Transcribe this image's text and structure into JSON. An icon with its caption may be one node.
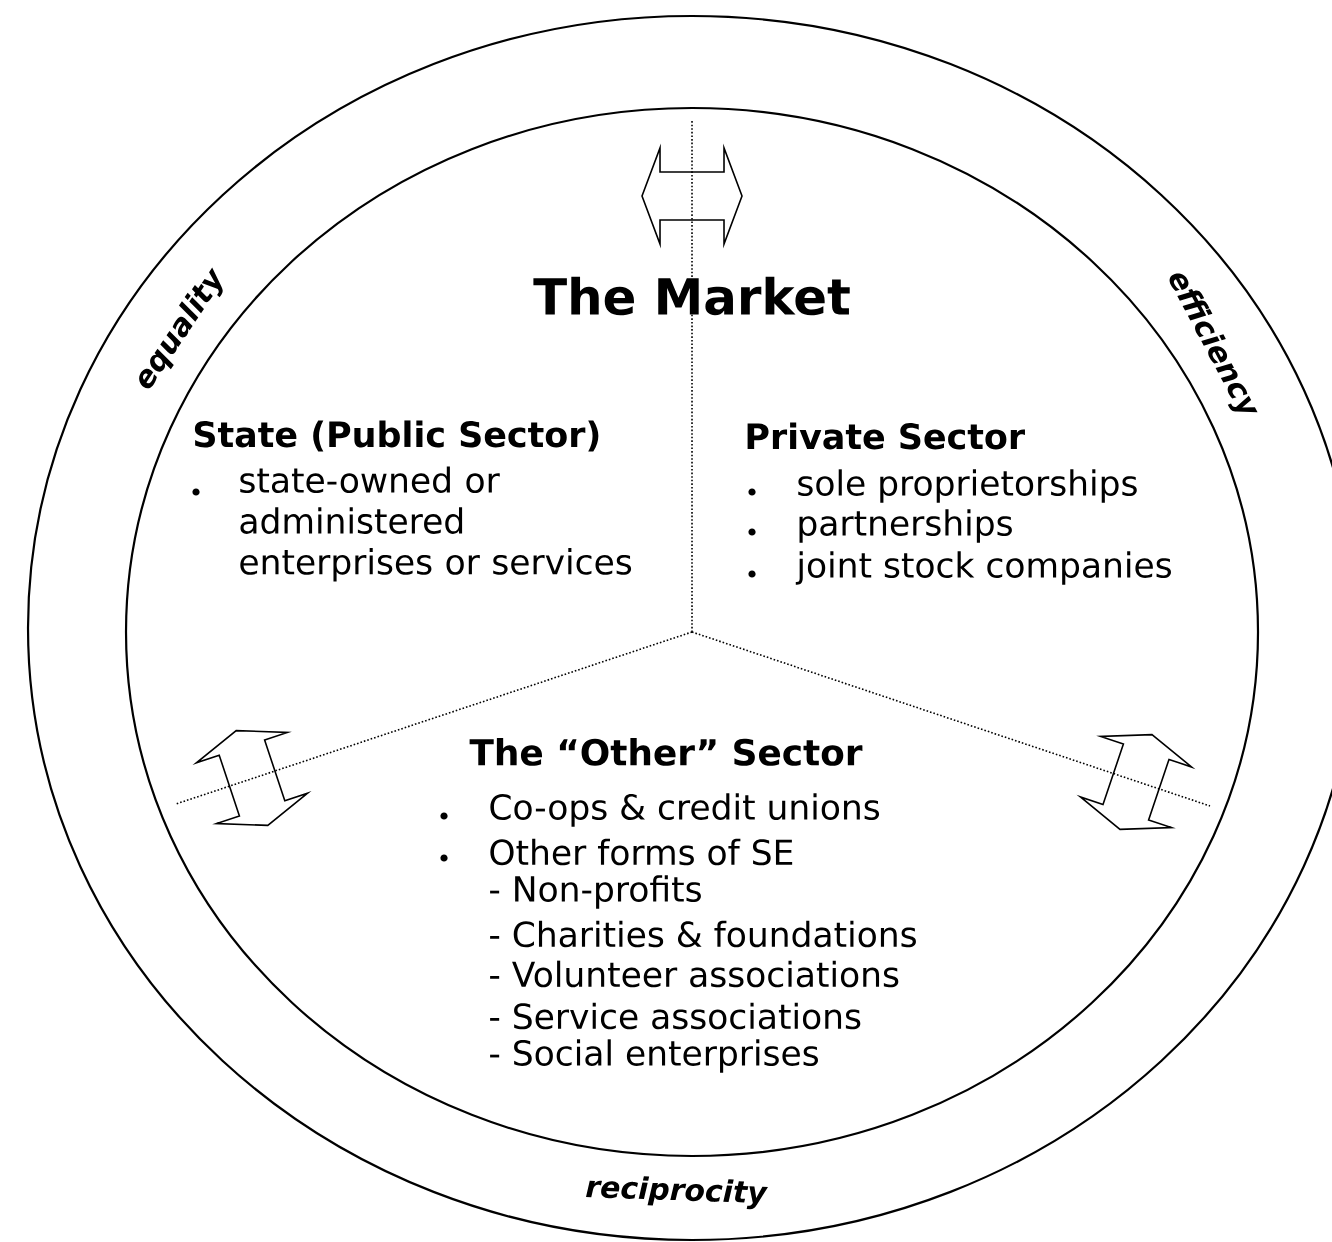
{
  "diagram": {
    "title": "The Market",
    "labels": [
      "equality",
      "efficiency",
      "State (Public Sector)",
      "state-owned or administered enterprises or services",
      "Private Sector",
      "sole proprietorships",
      "partnerships",
      "joint stock companies",
      "The “Other” Sector",
      "Co-ops & credit unions",
      "Other forms of SE",
      "- Non-profits",
      "- Charities & foundations",
      "- Volunteer associations",
      "- Service associations",
      "- Social enterprises",
      "reciprocity"
    ]
  }
}
